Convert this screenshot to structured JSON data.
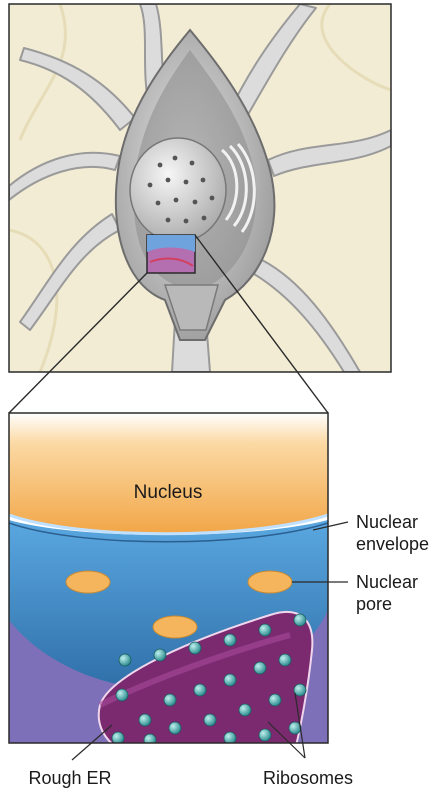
{
  "labels": {
    "nucleus": "Nucleus",
    "nuclear_envelope": [
      "Nuclear",
      "envelope"
    ],
    "nuclear_pore": [
      "Nuclear",
      "pore"
    ],
    "rough_er": "Rough ER",
    "ribosomes": "Ribosomes"
  },
  "colors": {
    "neuron_bg": "#f3ecd4",
    "neuron_body": "#d6d6d6",
    "nucleus": "#f4b55c",
    "envelope": "#3f8fd0",
    "cytoplasm": "#7d6fb8",
    "rough_er": "#7b2a70",
    "ribosome": "#3aa8a8"
  }
}
